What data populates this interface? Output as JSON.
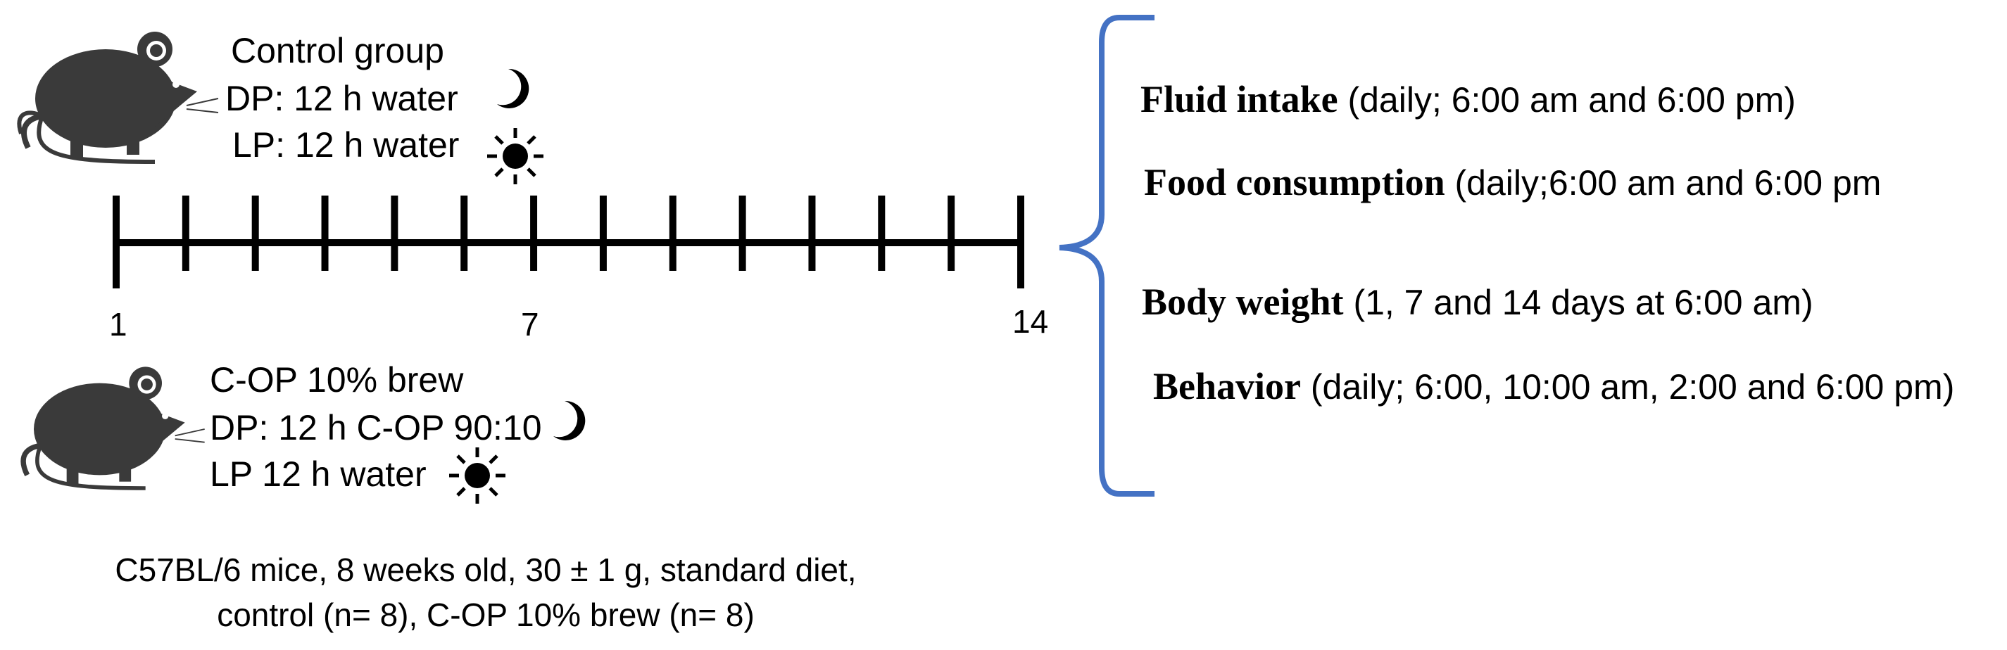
{
  "control": {
    "title": "Control group",
    "line1": "DP: 12 h water",
    "line2": "LP: 12 h water"
  },
  "treatment": {
    "title": "C-OP 10%  brew",
    "line1": "DP: 12 h C-OP 90:10",
    "line2": "LP 12 h water"
  },
  "timeline": {
    "ticks": 14,
    "labels": [
      "1",
      "7",
      "14"
    ]
  },
  "measures": [
    {
      "head": "Fluid intake",
      "detail": " (daily; 6:00 am and 6:00 pm)"
    },
    {
      "head": "Food consumption",
      "detail": " (daily;6:00 am and 6:00 pm"
    },
    {
      "head": "Body weight",
      "detail": " (1, 7 and 14 days at 6:00 am)"
    },
    {
      "head": "Behavior",
      "detail": " (daily; 6:00, 10:00 am, 2:00 and 6:00 pm)"
    }
  ],
  "footer": {
    "line1": "C57BL/6 mice, 8 weeks old, 30 ± 1 g, standard diet,",
    "line2": "control (n= 8), C-OP 10% brew (n= 8)"
  },
  "colors": {
    "brace": "#4472c4",
    "mouse": "#3a3a3a"
  },
  "icons": [
    "mouse-icon",
    "moon-icon",
    "sun-icon"
  ]
}
